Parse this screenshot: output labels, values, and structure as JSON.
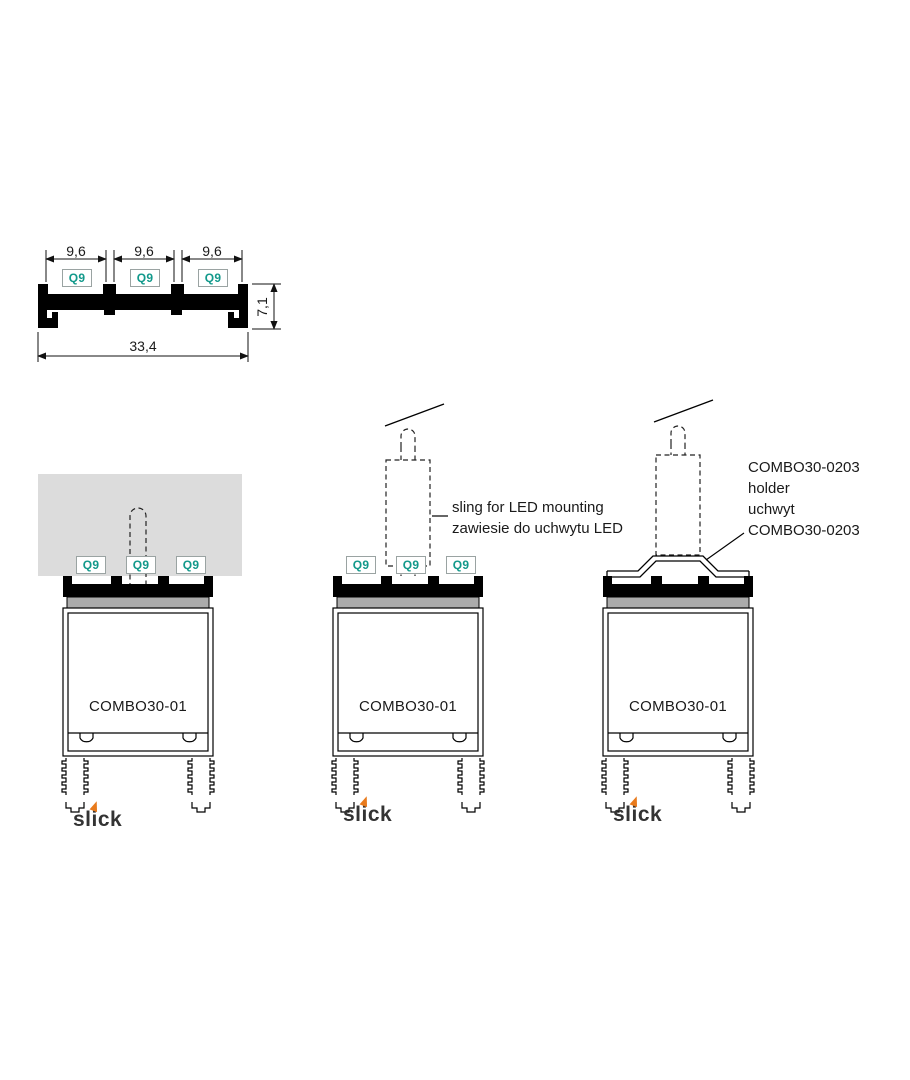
{
  "colors": {
    "q9_teal": "#12998b",
    "slick_orange": "#e87a1c",
    "ceiling_gray": "#dcdcdc",
    "profile_black": "#000000"
  },
  "cross_section": {
    "dim_slot": "9,6",
    "dim_total_width": "33,4",
    "dim_height": "7,1",
    "clip_label": "Q9"
  },
  "views": {
    "profile_name": "COMBO30-01",
    "clip_label": "Q9",
    "brand": "slick"
  },
  "annotations": {
    "sling_en": "sling for LED mounting",
    "sling_pl": "zawiesie do uchwytu LED",
    "holder_line1": "COMBO30-0203",
    "holder_line2": "holder",
    "holder_line3": "uchwyt",
    "holder_line4": "COMBO30-0203"
  }
}
